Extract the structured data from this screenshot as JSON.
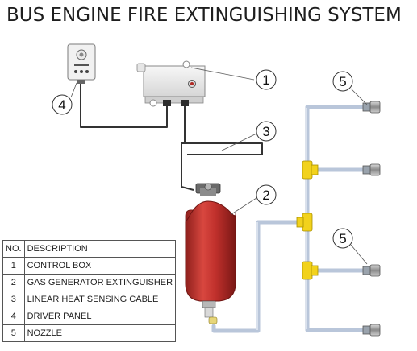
{
  "title": "BUS ENGINE FIRE EXTINGUISHING SYSTEM",
  "callouts": {
    "c1": "1",
    "c2": "2",
    "c3": "3",
    "c4": "4",
    "c5a": "5",
    "c5b": "5"
  },
  "legend": {
    "header_no": "NO.",
    "header_desc": "DESCRIPTION",
    "rows": [
      {
        "no": "1",
        "desc": "CONTROL BOX"
      },
      {
        "no": "2",
        "desc": "GAS GENERATOR EXTINGUISHER"
      },
      {
        "no": "3",
        "desc": "LINEAR HEAT SENSING CABLE"
      },
      {
        "no": "4",
        "desc": "DRIVER PANEL"
      },
      {
        "no": "5",
        "desc": "NOZZLE"
      }
    ]
  },
  "colors": {
    "pipe": "#c9d4e4",
    "tee": "#f2d21c",
    "cylinder": "#c0302c",
    "cable": "#333333"
  }
}
